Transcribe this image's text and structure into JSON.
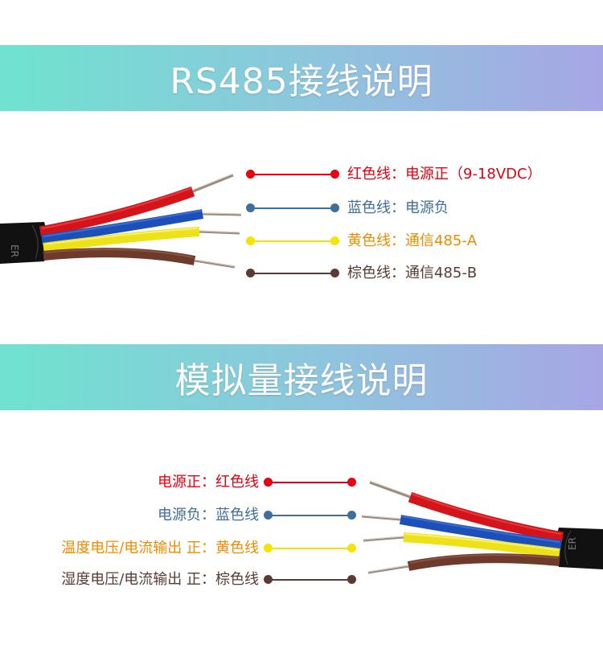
{
  "section1": {
    "title": "RS485接线说明",
    "wires": [
      {
        "name": "红色线：",
        "desc": "电源正（9-18VDC）",
        "color": "#e60012",
        "text_color": "#e60012"
      },
      {
        "name": "蓝色线：",
        "desc": "电源负",
        "color": "#3f6d9c",
        "text_color": "#3f6d9c"
      },
      {
        "name": "黄色线：",
        "desc": "通信485-A",
        "color": "#f5e400",
        "text_color": "#f08c00"
      },
      {
        "name": "棕色线：",
        "desc": "通信485-B",
        "color": "#5a3b33",
        "text_color": "#5a3b33"
      }
    ]
  },
  "section2": {
    "title": "模拟量接线说明",
    "wires": [
      {
        "name": "电源正：",
        "desc": "红色线",
        "color": "#e60012",
        "text_color": "#e60012"
      },
      {
        "name": "电源负：",
        "desc": "蓝色线",
        "color": "#3f6d9c",
        "text_color": "#3f6d9c"
      },
      {
        "name": "温度电压/电流输出 正：",
        "desc": "黄色线",
        "color": "#f5e400",
        "text_color": "#f08c00"
      },
      {
        "name": "湿度电压/电流输出 正：",
        "desc": "棕色线",
        "color": "#5a3b33",
        "text_color": "#5a3b33"
      }
    ]
  }
}
